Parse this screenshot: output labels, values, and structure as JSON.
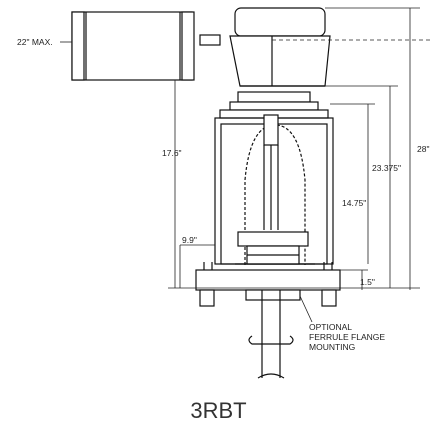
{
  "dimensions": {
    "max_reach": "22\" MAX.",
    "overall_height": "28\"",
    "to_motor": "23.375\"",
    "left_height": "17.6\"",
    "frame_height": "14.75\"",
    "lower": "9.9\"",
    "flange": "1.5\""
  },
  "note": {
    "line1": "OPTIONAL",
    "line2": "FERRULE FLANGE",
    "line3": "MOUNTING"
  },
  "model": "3RBT"
}
